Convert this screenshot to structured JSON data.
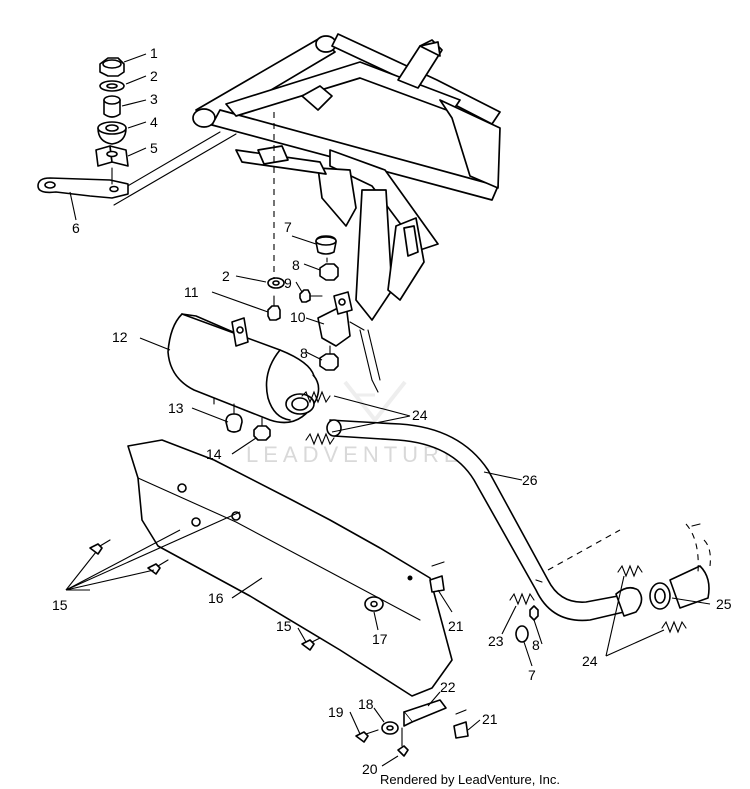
{
  "diagram": {
    "callouts": [
      "1",
      "2",
      "3",
      "4",
      "5",
      "6",
      "7",
      "8",
      "9",
      "10",
      "11",
      "12",
      "13",
      "14",
      "15",
      "16",
      "17",
      "18",
      "19",
      "20",
      "21",
      "22",
      "23",
      "24",
      "25",
      "26"
    ],
    "repeated_callouts": {
      "label_2": "2",
      "label_7": "7",
      "label_8": "8",
      "label_15": "15",
      "label_21": "21",
      "label_24": "24"
    },
    "watermark": "LEADVENTURE",
    "credit": "Rendered by LeadVenture, Inc."
  },
  "colors": {
    "line": "#000000",
    "background": "#ffffff",
    "watermark": "#d9d9d9"
  }
}
